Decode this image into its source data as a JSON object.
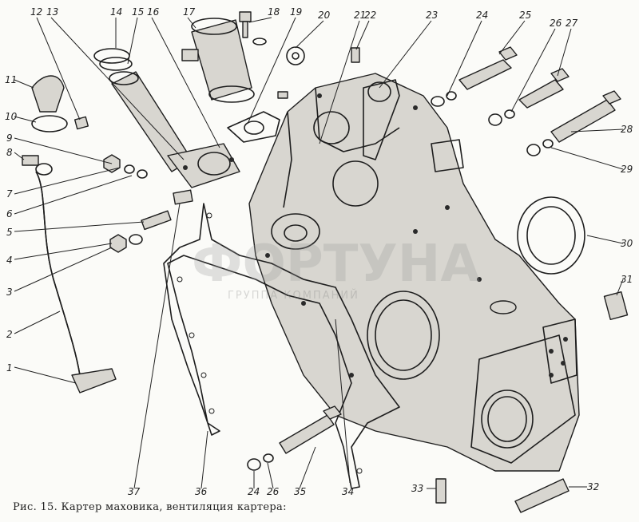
{
  "caption": "Рис. 15. Картер маховика, вентиляция картера:",
  "callouts": [
    "1",
    "2",
    "3",
    "4",
    "5",
    "6",
    "7",
    "8",
    "9",
    "10",
    "11",
    "12",
    "13",
    "14",
    "15",
    "16",
    "17",
    "18",
    "19",
    "20",
    "21",
    "22",
    "23",
    "24",
    "25",
    "26",
    "27",
    "28",
    "29",
    "30",
    "31",
    "32",
    "33",
    "34",
    "35",
    "36",
    "37",
    "24",
    "26"
  ],
  "watermark": {
    "main": "ФОРТУНА",
    "sub": "ГРУППА КОМПАНИЙ"
  }
}
